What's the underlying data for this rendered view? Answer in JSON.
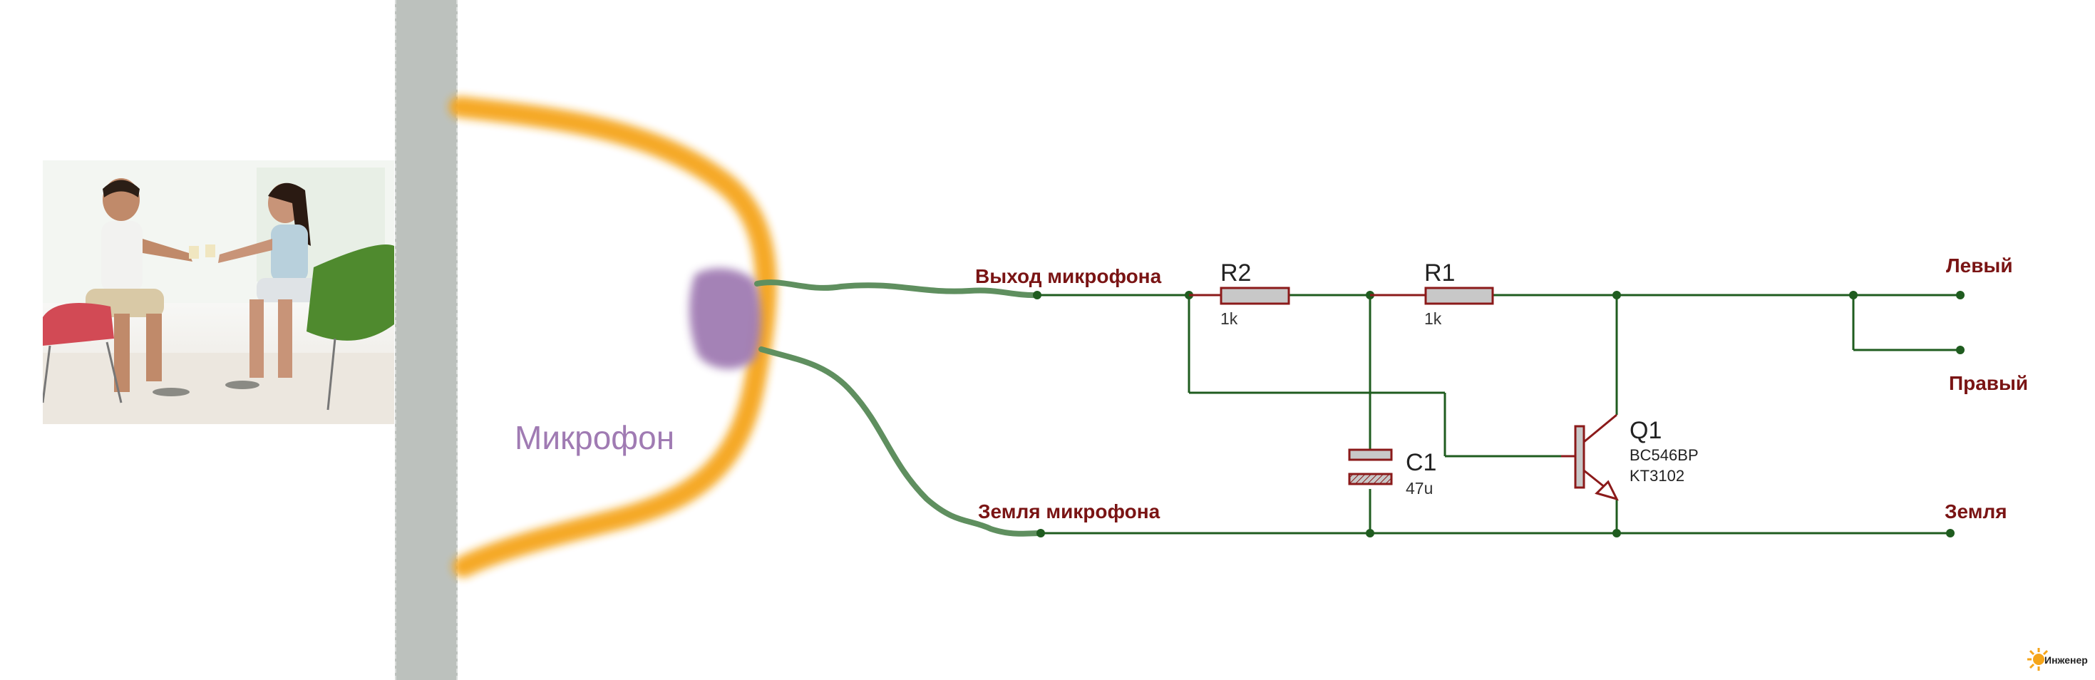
{
  "labels": {
    "microphone": "Микрофон",
    "mic_output": "Выход микрофона",
    "mic_ground": "Земля микрофона",
    "left": "Левый",
    "right": "Правый",
    "ground": "Земля"
  },
  "components": {
    "r2": {
      "ref": "R2",
      "value": "1k"
    },
    "r1": {
      "ref": "R1",
      "value": "1k"
    },
    "c1": {
      "ref": "C1",
      "value": "47u"
    },
    "q1": {
      "ref": "Q1",
      "part1": "BC546BP",
      "part2": "KT3102"
    }
  },
  "logo": {
    "text": "Инженер"
  },
  "colors": {
    "wire": "#1f5c1f",
    "mic_cable": "#5f8f5f",
    "sound_wave": "#f5a51a",
    "mic_capsule": "#a07bb3",
    "component_stroke": "#8b1a1a",
    "component_fill": "#c8c8c8",
    "label_red": "#7a1414"
  }
}
